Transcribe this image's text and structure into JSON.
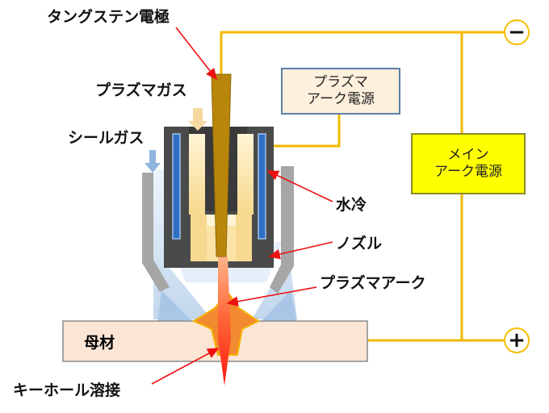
{
  "labels": {
    "tungsten_electrode": "タングステン電極",
    "plasma_gas": "プラズマガス",
    "shield_gas": "シールガス",
    "water_cooling": "水冷",
    "nozzle": "ノズル",
    "plasma_arc": "プラズマアーク",
    "base_metal": "母材",
    "keyhole_welding": "キーホール溶接"
  },
  "power_supplies": {
    "plasma_arc_supply": [
      "プラズマ",
      "アーク電源"
    ],
    "main_arc_supply": [
      "メイン",
      "アーク電源"
    ]
  },
  "terminals": {
    "negative": "−",
    "positive": "+"
  },
  "colors": {
    "wire": "#f2b800",
    "electrode": "#b8860b",
    "nozzle_body": "#4a4a4a",
    "water_channel": "#2f6fc4",
    "plasma_gas": "#fbe3a8",
    "shield_gas": "#c9dcf0",
    "shield_wall": "#a6a6a6",
    "base_metal": "#fbe6d6",
    "arc": "#ff3b1f",
    "pointer": "#ee1111"
  }
}
